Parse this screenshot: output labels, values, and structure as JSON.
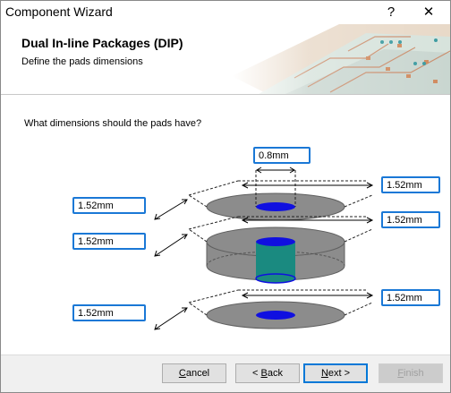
{
  "window": {
    "title": "Component Wizard",
    "help_symbol": "?",
    "close_symbol": "✕"
  },
  "header": {
    "title": "Dual In-line Packages (DIP)",
    "subtitle": "Define the pads dimensions"
  },
  "content": {
    "question": "What dimensions should the pads have?"
  },
  "fields": {
    "hole_size": "0.8mm",
    "top_pad_x": "1.52mm",
    "top_pad_y": "1.52mm",
    "mid_pad_x": "1.52mm",
    "mid_pad_y": "1.52mm",
    "bottom_pad_x": "1.52mm",
    "bottom_pad_y": "1.52mm"
  },
  "buttons": {
    "cancel": {
      "prefix": "",
      "mnemonic": "C",
      "rest": "ancel"
    },
    "back": {
      "prefix": "< ",
      "mnemonic": "B",
      "rest": "ack"
    },
    "next": {
      "prefix": "",
      "mnemonic": "N",
      "rest": "ext >"
    },
    "finish": {
      "prefix": "",
      "mnemonic": "F",
      "rest": "inish"
    }
  },
  "colors": {
    "field_border": "#1a78d6",
    "pad_fill": "#8c8c8c",
    "hole_fill": "#1010e0",
    "barrel_fill": "#1a8a80",
    "primary_button_border": "#0078d7"
  }
}
